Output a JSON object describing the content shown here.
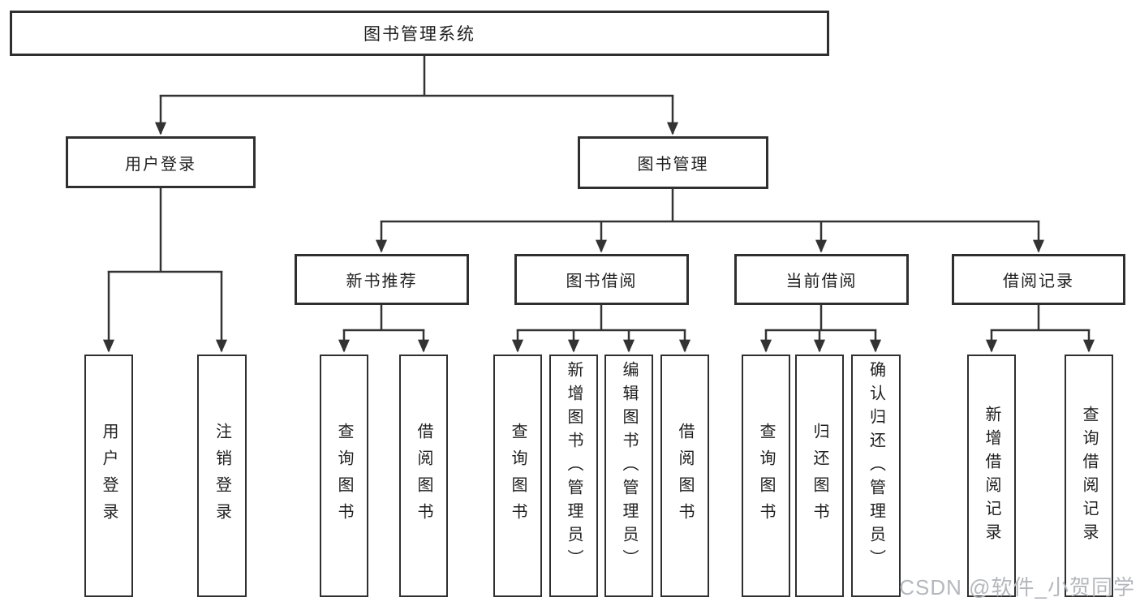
{
  "title": {
    "label": "图书管理系统"
  },
  "level2": [
    {
      "label": "用户登录"
    },
    {
      "label": "图书管理"
    }
  ],
  "level3": [
    {
      "label": "新书推荐"
    },
    {
      "label": "图书借阅"
    },
    {
      "label": "当前借阅"
    },
    {
      "label": "借阅记录"
    }
  ],
  "leaves": [
    {
      "label": "用户登录"
    },
    {
      "label": "注销登录"
    },
    {
      "label": "查询图书"
    },
    {
      "label": "借阅图书"
    },
    {
      "label": "查询图书"
    },
    {
      "label": "新增图书（管理员）"
    },
    {
      "label": "编辑图书（管理员）"
    },
    {
      "label": "借阅图书"
    },
    {
      "label": "查询图书"
    },
    {
      "label": "归还图书"
    },
    {
      "label": "确认归还（管理员）"
    },
    {
      "label": "新增借阅记录"
    },
    {
      "label": "查询借阅记录"
    }
  ],
  "watermark": {
    "text": "CSDN @软件_小贺同学"
  },
  "colors": {
    "line": "#333333",
    "border": "#2f2f2f",
    "text": "#1f1f1f",
    "watermark": "#b4b8bd",
    "background": "#ffffff"
  }
}
